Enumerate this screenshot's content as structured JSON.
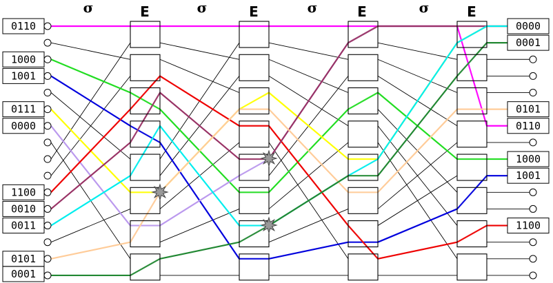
{
  "stage_labels": [
    "σ",
    "E",
    "σ",
    "E",
    "σ",
    "E",
    "σ",
    "E"
  ],
  "inputs": [
    "0110",
    "",
    "1000",
    "1001",
    "",
    "0111",
    "0000",
    "",
    "",
    "",
    "1100",
    "0010",
    "0011",
    "",
    "0101",
    "",
    "0001"
  ],
  "outputs": [
    "0000",
    "0001",
    "",
    "",
    "",
    "0101",
    "0110",
    "",
    "1000",
    "1001",
    "",
    "",
    "1100",
    "",
    "",
    ""
  ],
  "paths": [
    {
      "color": "#ff00ff",
      "label": "0110"
    },
    {
      "color": "#22dd22",
      "label": "1000"
    },
    {
      "color": "#0000dd",
      "label": "1001"
    },
    {
      "color": "#ffff00",
      "label": "0111"
    },
    {
      "color": "#bb99ee",
      "label": "0000"
    },
    {
      "color": "#ee0000",
      "label": "1100"
    },
    {
      "color": "#993366",
      "label": "0010"
    },
    {
      "color": "#00eeee",
      "label": "0011"
    },
    {
      "color": "#ffcc99",
      "label": "0101"
    },
    {
      "color": "#228833",
      "label": "0001"
    }
  ]
}
